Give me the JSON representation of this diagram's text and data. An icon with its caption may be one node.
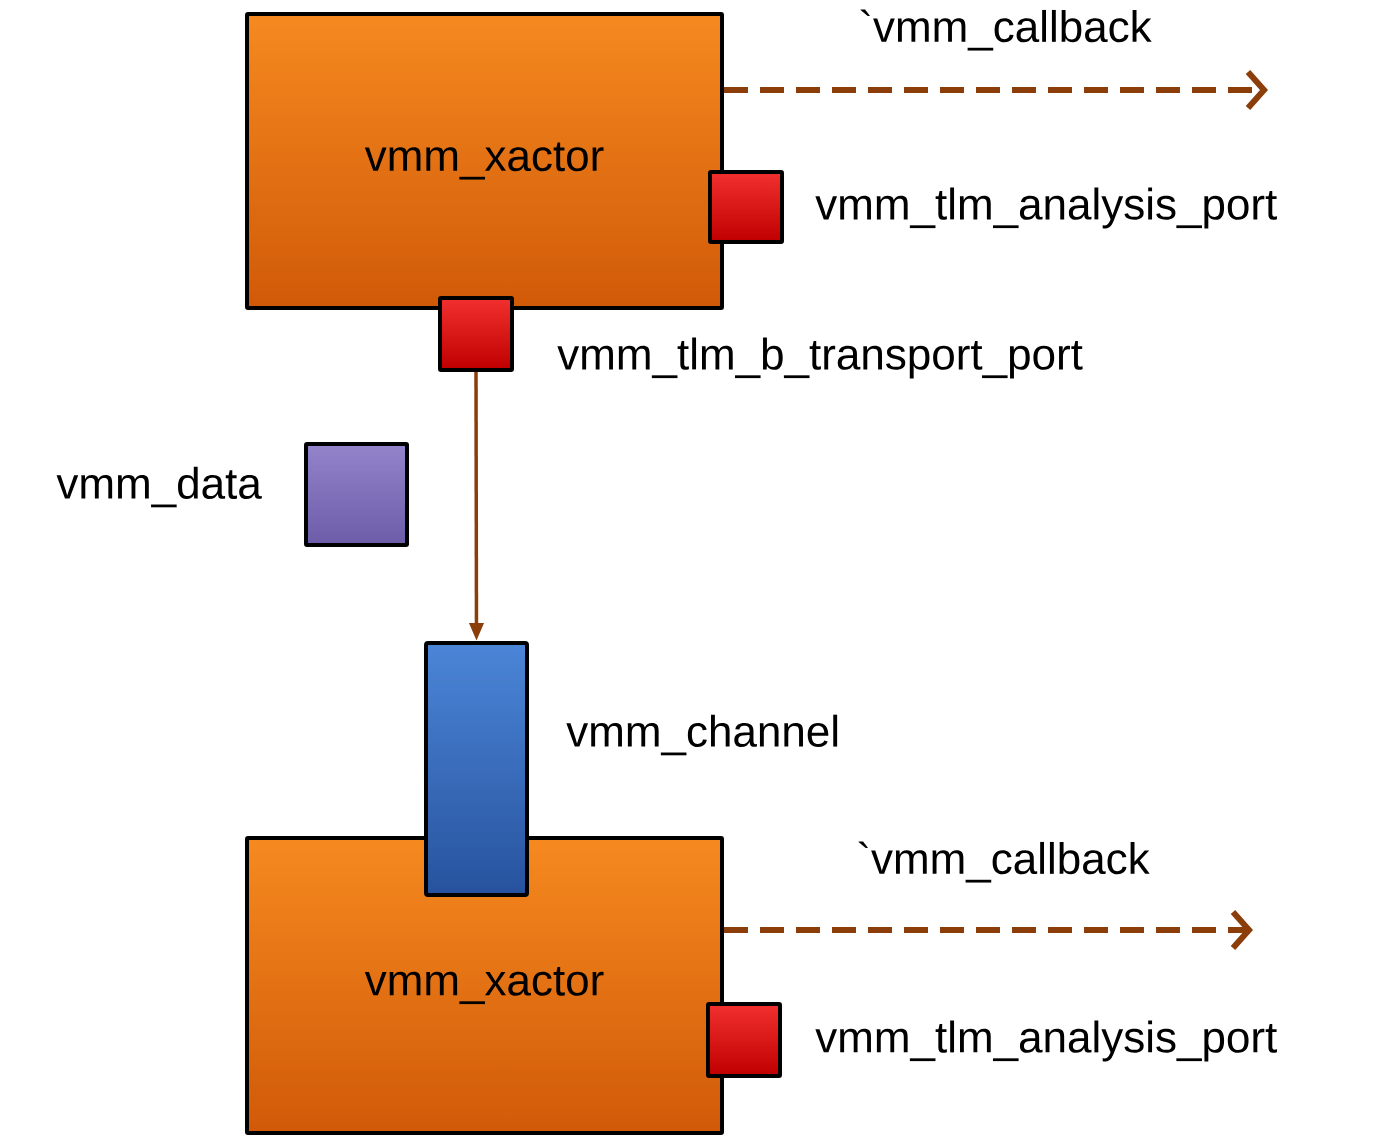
{
  "diagram": {
    "nodes": [
      {
        "text": [
          "vmm_xactor"
        ]
      },
      {
        "text": [],
        "shape": "box",
        "beside": [
          "vmm_tlm_analysis_port"
        ]
      },
      {
        "text": [],
        "shape": "box",
        "beside": [
          "vmm_tlm_b_transport_port"
        ]
      },
      {
        "text": [],
        "shape": "box",
        "beside": [
          "vmm_data"
        ]
      },
      {
        "text": [],
        "shape": "bar",
        "beside": [
          "vmm_channel"
        ]
      },
      {
        "text": [
          "vmm_xactor"
        ]
      },
      {
        "text": [],
        "shape": "box",
        "beside": [
          "vmm_tlm_analysis_port"
        ]
      }
    ],
    "edges": [
      {
        "from": 0,
        "to": null,
        "arrow": "to",
        "label": "`vmm_callback",
        "style": "dashed"
      },
      {
        "from": 2,
        "to": 4,
        "arrow": "to"
      },
      {
        "from": 5,
        "to": null,
        "arrow": "to",
        "label": "`vmm_callback",
        "style": "dashed"
      }
    ]
  }
}
